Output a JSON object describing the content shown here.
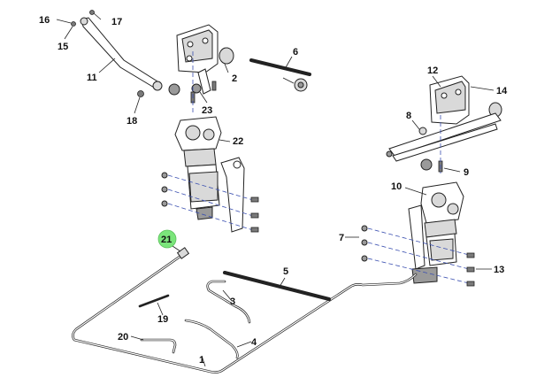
{
  "callouts": {
    "c1": "1",
    "c2": "2",
    "c3": "3",
    "c4": "4",
    "c5": "5",
    "c6": "6",
    "c7": "7",
    "c8": "8",
    "c9": "9",
    "c10": "10",
    "c11": "11",
    "c12": "12",
    "c13": "13",
    "c14": "14",
    "c15": "15",
    "c16": "16",
    "c17": "17",
    "c18": "18",
    "c19": "19",
    "c20": "20",
    "c21": "21",
    "c22": "22",
    "c23": "23"
  },
  "highlight": {
    "callout": "21",
    "color": "#7be57b"
  },
  "colors": {
    "line": "#222222",
    "centerline": "#3a4fb0",
    "fill": "#d9d9d9"
  }
}
